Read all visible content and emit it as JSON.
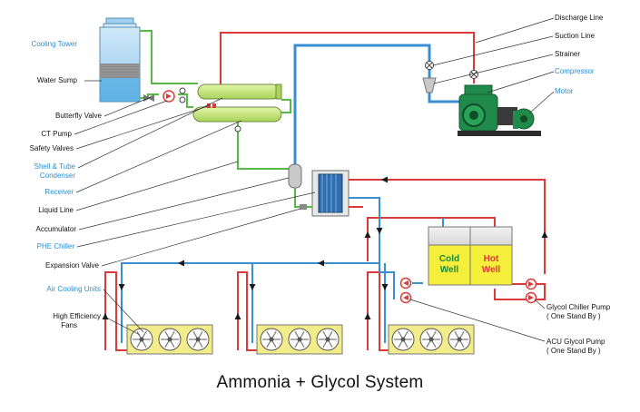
{
  "labels": {
    "left": {
      "cooling_tower": "Cooling Tower",
      "water_sump": "Water Sump",
      "butterfly_valve": "Butterfly Valve",
      "ct_pump": "CT Pump",
      "safety_valves": "Safety Valves",
      "shell_tube_condenser_1": "Shell & Tube",
      "shell_tube_condenser_2": "Condenser",
      "receiver": "Receiver",
      "liquid_line": "Liquid Line",
      "accumulator": "Accumulator",
      "phe_chiller": "PHE Chiller",
      "expansion_valve": "Expansion Valve",
      "air_cooling_units": "Air Cooling Units",
      "high_efficiency_fans_1": "High Efficiency",
      "high_efficiency_fans_2": "Fans"
    },
    "right": {
      "discharge_line": "Discharge Line",
      "suction_line": "Suction Line",
      "strainer": "Strainer",
      "compressor": "Compressor",
      "motor": "Motor",
      "glycol_chiller_pump_1": "Glycol Chiller Pump",
      "glycol_chiller_pump_2": "( One Stand By )",
      "acu_glycol_pump_1": "ACU Glycol Pump",
      "acu_glycol_pump_2": "( One Stand By )"
    },
    "wells": {
      "cold_1": "Cold",
      "cold_2": "Well",
      "hot_1": "Hot",
      "hot_2": "Well"
    }
  },
  "title": "Ammonia + Glycol System",
  "colors": {
    "hot_line": "#d93a3a",
    "cold_line": "#3a8fd0",
    "cooling_water_line": "#58b848",
    "label_blue": "#2a8fd0",
    "tank_green": "#c6e87a",
    "cold_well": "#f5ee3a",
    "hot_well": "#f5ee3a",
    "fan_unit": "#f2ed8a",
    "compressor": "#1f8a4a"
  }
}
